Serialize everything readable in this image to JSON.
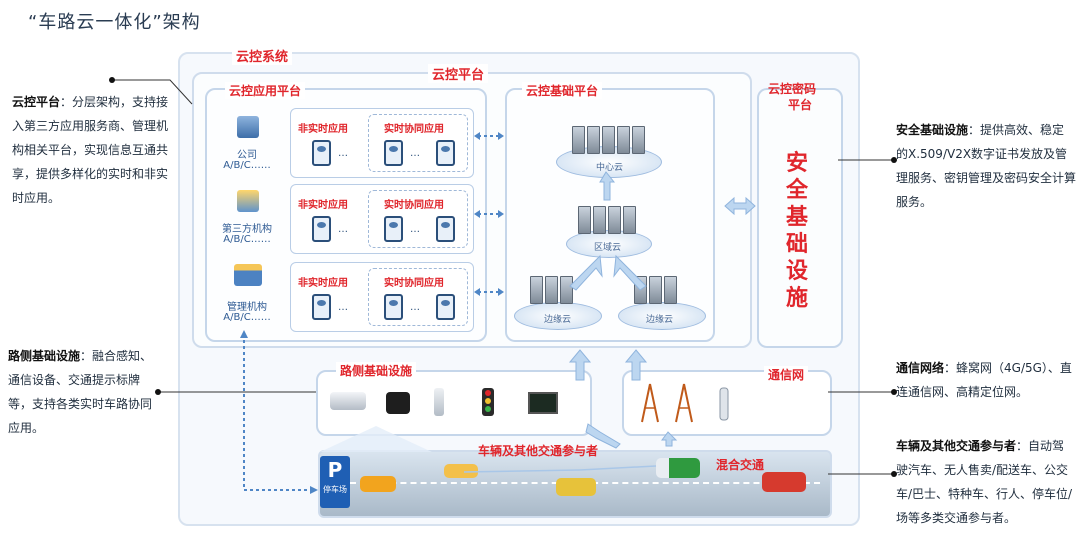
{
  "page_title": "“车路云一体化”架构",
  "diagram": {
    "cloud_control_system": "云控系统",
    "cloud_control_platform": "云控平台",
    "app_platform": {
      "label": "云控应用平台",
      "rows": [
        {
          "org": "公司",
          "org_sub": "A/B/C……",
          "non_realtime": "非实时应用",
          "realtime": "实时协同应用",
          "dots": "…",
          "org_icon": "building-blue-icon"
        },
        {
          "org": "第三方机构",
          "org_sub": "A/B/C……",
          "non_realtime": "非实时应用",
          "realtime": "实时协同应用",
          "dots": "…",
          "org_icon": "building-yellow-icon"
        },
        {
          "org": "管理机构",
          "org_sub": "A/B/C……",
          "non_realtime": "非实时应用",
          "realtime": "实时协同应用",
          "dots": "…",
          "org_icon": "building-gov-icon"
        }
      ]
    },
    "base_platform": {
      "label": "云控基础平台",
      "center_cloud": "中心云",
      "region_cloud": "区域云",
      "edge_cloud_1": "边缘云",
      "edge_cloud_2": "边缘云"
    },
    "crypto_platform": {
      "label_line1": "云控密码",
      "label_line2": "平台",
      "security_infra": "安全基础设施"
    },
    "roadside": {
      "label": "路侧基础设施",
      "devices": [
        "camera-icon",
        "radar-icon",
        "rsu-icon",
        "traffic-light-icon",
        "sign-board-icon"
      ]
    },
    "comm_network": {
      "label": "通信网",
      "devices": [
        "tower-icon",
        "tower-icon",
        "antenna-icon"
      ]
    },
    "traffic": {
      "label": "车辆及其他交通参与者",
      "mixed": "混合交通",
      "parking_label": "停车场",
      "parking_sign": "P"
    }
  },
  "annotations": {
    "cloud_platform": {
      "head": "云控平台",
      "body": "：分层架构，支持接入第三方应用服务商、管理机构相关平台，实现信息互通共享，提供多样化的实时和非实时应用。"
    },
    "security": {
      "head": "安全基础设施",
      "body": "：提供高效、稳定的X.509/V2X数字证书发放及管理服务、密钥管理及密码安全计算服务。"
    },
    "roadside": {
      "head": "路侧基础设施",
      "body": "：融合感知、通信设备、交通提示标牌等，支持各类实时车路协同应用。"
    },
    "comm": {
      "head": "通信网络",
      "body": "：蜂窝网（4G/5G）、直连通信网、高精定位网。"
    },
    "vehicles": {
      "head": "车辆及其他交通参与者",
      "body": "：自动驾驶汽车、无人售卖/配送车、公交车/巴士、特种车、行人、停车位/场等多类交通参与者。"
    }
  },
  "colors": {
    "accent": "#e0262c",
    "frame": "#cfdcec",
    "arrow": "#9fc3e6"
  }
}
